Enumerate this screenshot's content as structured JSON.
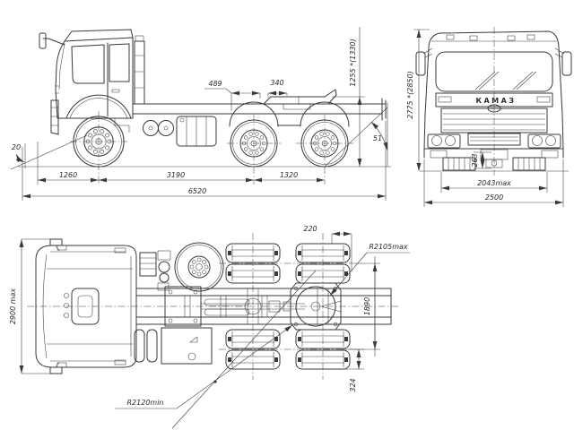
{
  "drawing": {
    "brand": "КАМАЗ",
    "side": {
      "d489": "489",
      "d340": "340",
      "fifth_wheel_height": "1255 *(1330)",
      "departure_angle": "51",
      "approach_angle": "20",
      "front_overhang": "1260",
      "wheelbase": "3190",
      "bogie_base": "1320",
      "overall_length": "6520"
    },
    "front": {
      "overall_height": "2775 *(2850)",
      "clearance": "263",
      "track": "2043max",
      "overall_width": "2500"
    },
    "top": {
      "cab_width": "2900 max",
      "offset_220": "220",
      "radius_max": "R2105max",
      "rear_track": "1890",
      "offset_324": "324",
      "radius_min": "R2120min"
    }
  }
}
